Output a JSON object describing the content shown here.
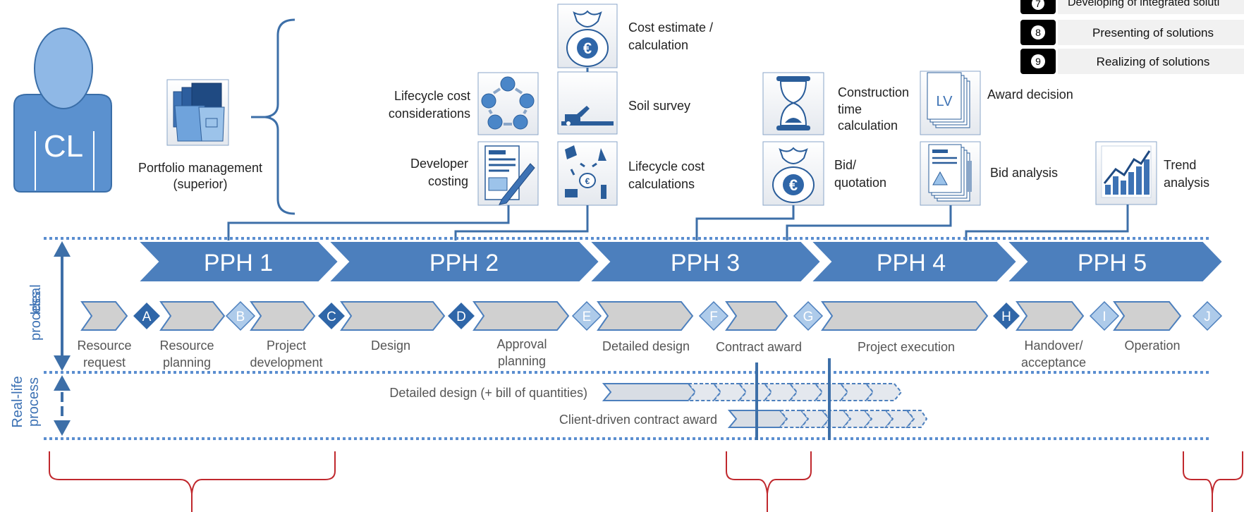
{
  "client": {
    "label": "CL"
  },
  "portfolio": {
    "line1": "Portfolio management",
    "line2": "(superior)"
  },
  "legend": [
    {
      "num": "7",
      "label": "Developing of integrated soluti"
    },
    {
      "num": "8",
      "label": "Presenting of solutions"
    },
    {
      "num": "9",
      "label": "Realizing of solutions"
    }
  ],
  "tools": {
    "lifecycle_considerations": {
      "line1": "Lifecycle cost",
      "line2": "considerations"
    },
    "developer_costing": {
      "line1": "Developer",
      "line2": "costing"
    },
    "cost_estimate": {
      "line1": "Cost estimate /",
      "line2": "calculation"
    },
    "soil_survey": {
      "line1": "Soil survey"
    },
    "lifecycle_calculations": {
      "line1": "Lifecycle cost",
      "line2": "calculations"
    },
    "construction_time": {
      "line1": "Construction",
      "line2": "time",
      "line3": "calculation"
    },
    "bid_quotation": {
      "line1": "Bid/",
      "line2": "quotation"
    },
    "award_decision": {
      "line1": "Award decision",
      "doc_text": "LV"
    },
    "bid_analysis": {
      "line1": "Bid analysis"
    },
    "trend_analysis": {
      "line1": "Trend",
      "line2": "analysis"
    }
  },
  "phases": [
    "PPH 1",
    "PPH 2",
    "PPH 3",
    "PPH 4",
    "PPH 5"
  ],
  "milestones": [
    "A",
    "B",
    "C",
    "D",
    "E",
    "F",
    "G",
    "H",
    "I",
    "J"
  ],
  "steps": [
    {
      "line1": "Resource",
      "line2": "request"
    },
    {
      "line1": "Resource",
      "line2": "planning"
    },
    {
      "line1": "Project",
      "line2": "development"
    },
    {
      "line1": "Design",
      "line2": ""
    },
    {
      "line1": "Approval",
      "line2": "planning"
    },
    {
      "line1": "Detailed design",
      "line2": ""
    },
    {
      "line1": "Contract award",
      "line2": ""
    },
    {
      "line1": "Project execution",
      "line2": ""
    },
    {
      "line1": "Handover/",
      "line2": "acceptance"
    },
    {
      "line1": "Operation",
      "line2": ""
    }
  ],
  "side_labels": {
    "ideal": {
      "line1": "Ideal",
      "line2": "process"
    },
    "reallife": {
      "line1": "Real-life",
      "line2": "process"
    }
  },
  "reallife_rows": [
    {
      "label": "Detailed design (+ bill of quantities)"
    },
    {
      "label": "Client-driven contract award"
    }
  ],
  "colors": {
    "phase_fill": "#4c7fbd",
    "icon_blue": "#3d72b4",
    "light_blue": "#aecbea",
    "step_gray": "#d0d0d0",
    "dark_text": "#222222",
    "gray_text": "#555555",
    "red_brace": "#c0282d"
  }
}
